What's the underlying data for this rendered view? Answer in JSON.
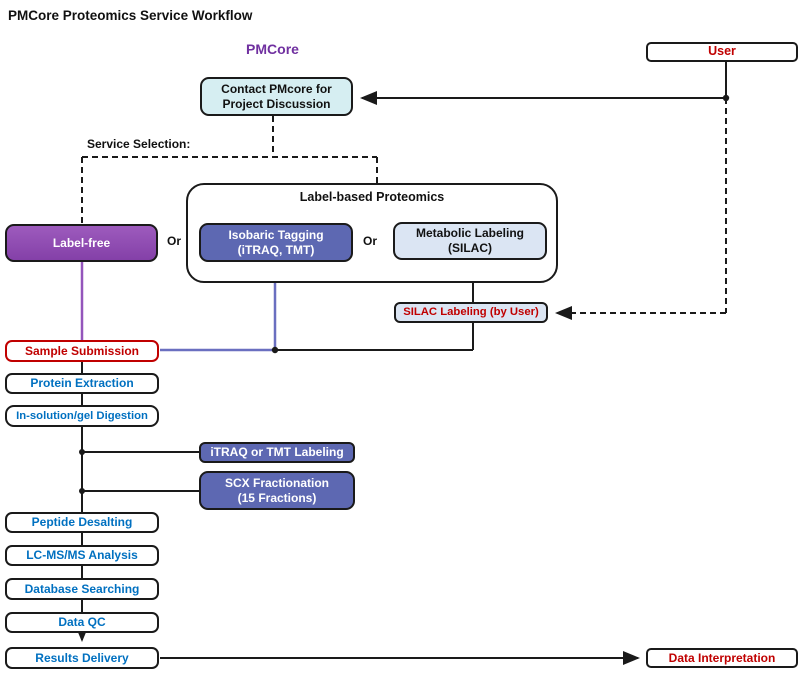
{
  "title": "PMCore Proteomics Service Workflow",
  "colors": {
    "purple_brand": "#7030a0",
    "red": "#c00000",
    "blue": "#0070c0",
    "cyan_light": "#d6eef2",
    "slate": "#5d68b2",
    "slate_light": "#dbe5f3",
    "label_free_top": "#9d5bbd",
    "label_free_bottom": "#8440a8",
    "line_purple": "#9455bb",
    "line_slate": "#6a6fc0",
    "line_black": "#1a1a1a"
  },
  "labels": {
    "pmcore": "PMCore",
    "service_selection": "Service Selection:",
    "or_left": "Or",
    "or_right": "Or"
  },
  "nodes": {
    "user": "User",
    "contact": "Contact PMcore for\nProject Discussion",
    "label_free": "Label-free",
    "label_based_title": "Label-based Proteomics",
    "isobaric": "Isobaric Tagging\n(iTRAQ, TMT)",
    "metabolic": "Metabolic Labeling\n(SILAC)",
    "silac_user": "SILAC Labeling (by User)",
    "sample_submission": "Sample Submission",
    "protein_extraction": "Protein Extraction",
    "digestion": "In-solution/gel Digestion",
    "itraq_tmt": "iTRAQ or TMT Labeling",
    "scx": "SCX Fractionation\n(15 Fractions)",
    "peptide_desalting": "Peptide Desalting",
    "lcms": "LC-MS/MS Analysis",
    "database_searching": "Database Searching",
    "data_qc": "Data QC",
    "results_delivery": "Results Delivery",
    "data_interpretation": "Data Interpretation"
  }
}
